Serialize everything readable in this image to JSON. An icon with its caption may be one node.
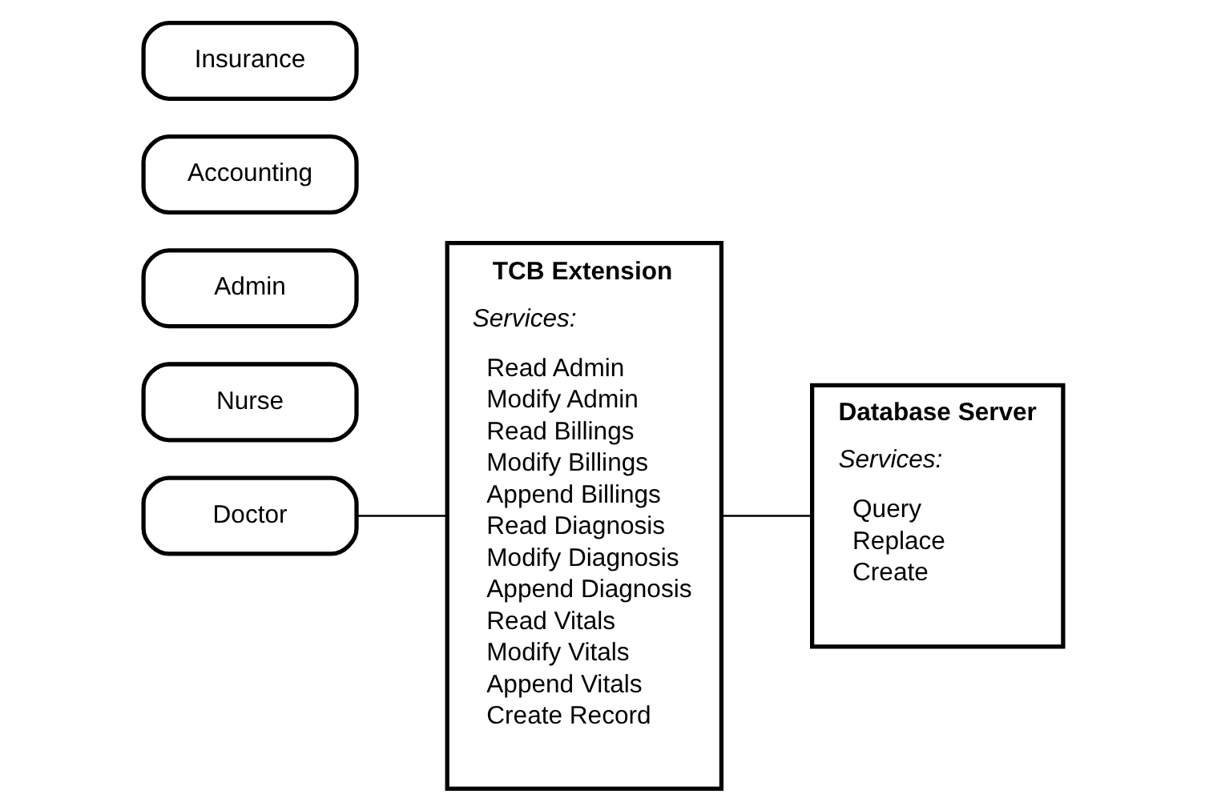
{
  "diagram": {
    "nodes": [
      {
        "text": [
          "Doctor"
        ]
      },
      {
        "text": [
          "Nurse"
        ]
      },
      {
        "text": [
          "Admin"
        ]
      },
      {
        "text": [
          "Accounting"
        ]
      },
      {
        "text": [
          "Insurance"
        ]
      },
      {
        "text": [
          "TCB Extension",
          "Services:",
          "Read Admin",
          "Modify Admin",
          "Read Billings",
          "Modify Billings",
          "Append Billings",
          "Read Diagnosis",
          "Modify Diagnosis",
          "Append Diagnosis",
          "Read Vitals",
          "Modify Vitals",
          "Append Vitals",
          "Create Record"
        ]
      },
      {
        "text": [
          "Database Server",
          "Services:",
          "Query",
          "Replace",
          "Create"
        ]
      }
    ],
    "edges": [
      {
        "from": 0,
        "to": 5,
        "arrow": "none"
      },
      {
        "from": 5,
        "to": 6,
        "arrow": "none"
      }
    ]
  }
}
